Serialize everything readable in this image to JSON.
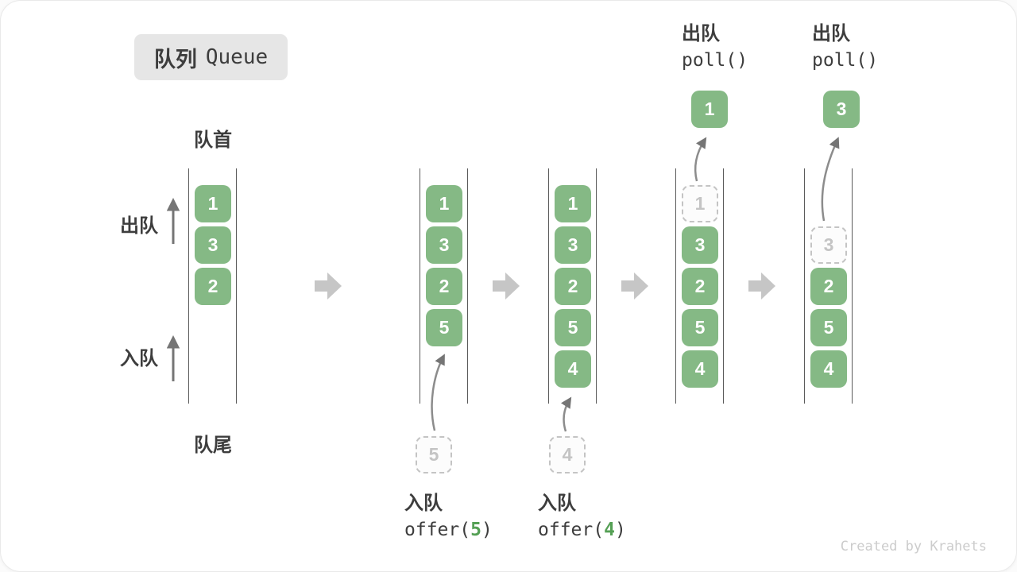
{
  "title": {
    "cn": "队列",
    "en": "Queue"
  },
  "labels": {
    "front": "队首",
    "rear": "队尾",
    "dequeue": "出队",
    "enqueue": "入队"
  },
  "columns": [
    {
      "boxes": [
        "1",
        "3",
        "2"
      ]
    },
    {
      "boxes": [
        "1",
        "3",
        "2",
        "5"
      ],
      "incoming": "5"
    },
    {
      "boxes": [
        "1",
        "3",
        "2",
        "5",
        "4"
      ],
      "incoming": "4"
    },
    {
      "removed": "1",
      "boxes": [
        "3",
        "2",
        "5",
        "4"
      ],
      "result": "1"
    },
    {
      "removed": "3",
      "boxes": [
        "2",
        "5",
        "4"
      ],
      "result": "3"
    }
  ],
  "operations": {
    "enqueue": [
      {
        "label": "入队",
        "call_pre": "offer(",
        "arg": "5",
        "call_post": ")"
      },
      {
        "label": "入队",
        "call_pre": "offer(",
        "arg": "4",
        "call_post": ")"
      }
    ],
    "dequeue": [
      {
        "label": "出队",
        "call": "poll()"
      },
      {
        "label": "出队",
        "call": "poll()"
      }
    ]
  },
  "watermark": "Created by Krahets",
  "colors": {
    "box_green": "#85b985",
    "accent_green": "#55a055",
    "block_arrow_gray": "#c6c6c6",
    "thin_arrow_gray": "#757575",
    "text_dark": "#3d3d3d",
    "dashed_gray": "#c4c4c4",
    "title_bg": "#e6e6e6",
    "watermark_gray": "#cccccc"
  }
}
